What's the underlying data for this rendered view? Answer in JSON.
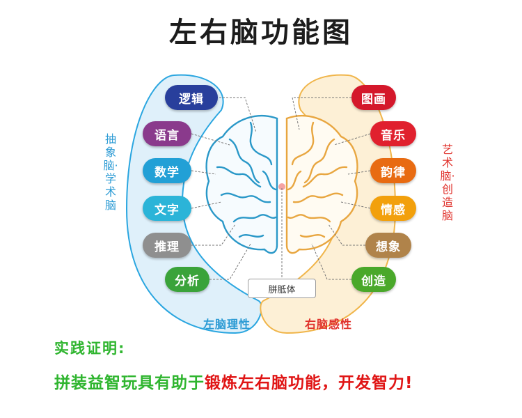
{
  "title": "左右脑功能图",
  "left_side": {
    "vertical_label": "抽象脑·学术脑",
    "bottom_label": "左脑理性",
    "items": [
      {
        "label": "逻辑",
        "color": "#283f9c"
      },
      {
        "label": "语言",
        "color": "#8a3a8c"
      },
      {
        "label": "数学",
        "color": "#22a0d6"
      },
      {
        "label": "文字",
        "color": "#2bb4d8"
      },
      {
        "label": "推理",
        "color": "#8f8f8f"
      },
      {
        "label": "分析",
        "color": "#3aa33a"
      }
    ]
  },
  "right_side": {
    "vertical_label": "艺术脑·创造脑",
    "bottom_label": "右脑感性",
    "items": [
      {
        "label": "图画",
        "color": "#d4182b"
      },
      {
        "label": "音乐",
        "color": "#e0202e"
      },
      {
        "label": "韵律",
        "color": "#e86b12"
      },
      {
        "label": "情感",
        "color": "#f2a00c"
      },
      {
        "label": "想象",
        "color": "#b0834a"
      },
      {
        "label": "创造",
        "color": "#4aa82a"
      }
    ]
  },
  "center_label": "胼胝体",
  "bottom_text": {
    "line1": "实践证明:",
    "line2_green": "拼装益智玩具有助于",
    "line2_red": "锻炼左右脑功能，开发智力!"
  },
  "colors": {
    "left_bg": "#dff0fa",
    "left_border": "#2aa6e0",
    "right_bg": "#fdf0d6",
    "right_border": "#f0b54a",
    "left_brain": "#2a98c8",
    "right_brain": "#e8a640",
    "left_text": "#2a9ad4",
    "right_text": "#e0302a",
    "bottom_green": "#2fb52f",
    "bottom_red": "#e01515"
  }
}
